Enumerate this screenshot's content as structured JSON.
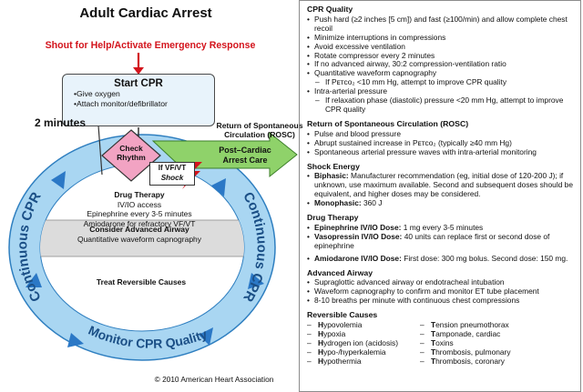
{
  "title": "Adult Cardiac Arrest",
  "shout": "Shout for Help/Activate Emergency Response",
  "start_cpr": {
    "title": "Start CPR",
    "items": [
      "Give oxygen",
      "Attach monitor/defibrillator"
    ]
  },
  "two_minutes": "2 minutes",
  "check_rhythm": "Check Rhythm",
  "rosc": "Return of Spontaneous Circulation (ROSC)",
  "post_arrest": "Post–Cardiac Arrest Care",
  "vf": {
    "line1": "If VF/VT",
    "line2": "Shock"
  },
  "drug_therapy": {
    "title": "Drug Therapy",
    "lines": [
      "IV/IO access",
      "Epinephrine every 3-5 minutes",
      "Amiodarone for refractory VF/VT"
    ]
  },
  "airway": {
    "title": "Consider Advanced Airway",
    "line": "Quantitative waveform capnography"
  },
  "reversible_label": "Treat Reversible Causes",
  "ring_text": {
    "left": "Continuous CPR",
    "right": "Continuous CPR",
    "bottom": "Monitor CPR Quality"
  },
  "copyright": "© 2010 American Heart Association",
  "colors": {
    "red": "#d3141c",
    "ring": "#a9d6f2",
    "ring_border": "#2f7fc0",
    "green": "#8fd26a",
    "pink": "#f2a3c3",
    "blue_arrow": "#2b78c6"
  },
  "panel": {
    "cpr_quality": {
      "title": "CPR Quality",
      "items": [
        "Push hard (≥2 inches [5 cm]) and fast (≥100/min) and allow complete chest recoil",
        "Minimize interruptions in compressions",
        "Avoid excessive ventilation",
        "Rotate compressor every 2 minutes",
        "If no advanced airway, 30:2 compression-ventilation ratio",
        "Quantitative waveform capnography"
      ],
      "sub1": "If Pᴇᴛᴄᴏ₂ <10 mm Hg, attempt to improve CPR quality",
      "item_last": "Intra-arterial pressure",
      "sub2": "If relaxation phase (diastolic) pressure <20 mm Hg, attempt to improve CPR quality"
    },
    "rosc": {
      "title": "Return of Spontaneous Circulation (ROSC)",
      "items": [
        "Pulse and blood pressure",
        "Abrupt sustained increase in Pᴇᴛᴄᴏ₂ (typically ≥40 mm Hg)",
        "Spontaneous arterial pressure waves with intra-arterial monitoring"
      ]
    },
    "shock": {
      "title": "Shock Energy",
      "biphasic_label": "Biphasic:",
      "biphasic_text": "Manufacturer recommendation (eg, initial dose of 120-200 J); if unknown, use maximum available. Second and subsequent doses should be equivalent, and higher doses may be considered.",
      "mono_label": "Monophasic:",
      "mono_text": "360 J"
    },
    "drug": {
      "title": "Drug Therapy",
      "epi_label": "Epinephrine IV/IO Dose:",
      "epi_text": "1 mg every 3-5 minutes",
      "vaso_label": "Vasopressin IV/IO Dose:",
      "vaso_text": "40 units can replace first or second dose of epinephrine",
      "amio_label": "Amiodarone IV/IO Dose:",
      "amio_text": "First dose: 300 mg bolus. Second dose: 150 mg."
    },
    "airway": {
      "title": "Advanced Airway",
      "items": [
        "Supraglottic advanced airway or endotracheal intubation",
        "Waveform capnography to confirm and monitor ET tube placement",
        "8-10 breaths per minute with continuous chest compressions"
      ]
    },
    "causes": {
      "title": "Reversible Causes",
      "h_col": [
        "ypovolemia",
        "ypoxia",
        "ydrogen ion (acidosis)",
        "ypo-/hyperkalemia",
        "ypothermia"
      ],
      "t_col": [
        "ension pneumothorax",
        "amponade, cardiac",
        "oxins",
        "hrombosis, pulmonary",
        "hrombosis, coronary"
      ],
      "h_letter": "H",
      "t_letter": "T"
    }
  }
}
